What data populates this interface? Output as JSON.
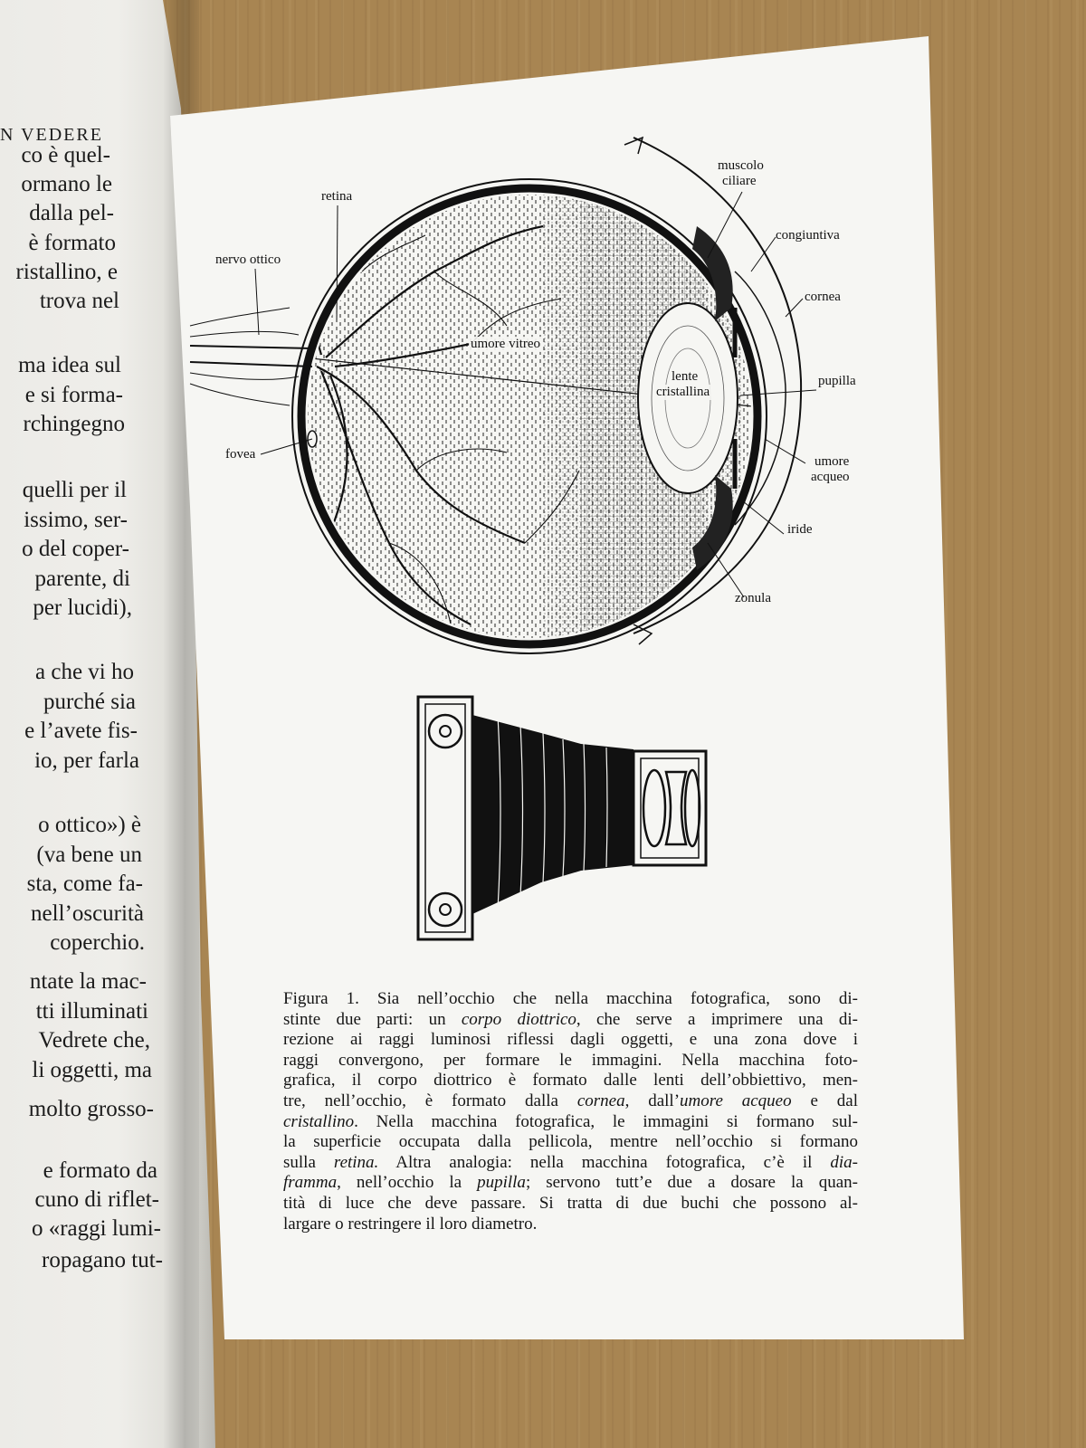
{
  "left_page": {
    "running_head": "N VEDERE",
    "lines": [
      "co è quel-",
      "ormano le",
      "dalla pel-",
      "è formato",
      "ristallino, e",
      "trova nel",
      "ma idea sul",
      "e si forma-",
      "rchingegno",
      "quelli per il",
      "issimo, ser-",
      "o del coper-",
      "parente, di",
      "per lucidi),",
      "a che vi ho",
      "purché sia",
      "e l’avete fis-",
      "io, per farla",
      "o  ottico») è",
      "(va bene un",
      "sta, come fa-",
      "nell’oscurità",
      "coperchio.",
      "ntate la mac-",
      "tti illuminati",
      "Vedrete che,",
      "li oggetti, ma",
      "molto grosso-",
      "e formato da",
      "cuno di riflet-",
      "o «raggi lumi-",
      "ropagano tut-"
    ]
  },
  "figure": {
    "labels": {
      "retina": "retina",
      "nervo_ottico": "nervo ottico",
      "fovea": "fovea",
      "muscolo_ciliare_1": "muscolo",
      "muscolo_ciliare_2": "ciliare",
      "congiuntiva": "congiuntiva",
      "cornea": "cornea",
      "pupilla": "pupilla",
      "umore_acqueo_1": "umore",
      "umore_acqueo_2": "acqueo",
      "iride": "iride",
      "zonula": "zonula",
      "umore_vitreo": "umore vitreo",
      "lente_1": "lente",
      "lente_2": "cristallina"
    }
  },
  "caption": {
    "lines": [
      [
        {
          "t": "Figura 1.  Sia nell’occhio che nella macchina fotografica, sono di-"
        }
      ],
      [
        {
          "t": "stinte due parti: un "
        },
        {
          "t": "corpo diottrico",
          "i": true
        },
        {
          "t": ", che serve a imprimere una di-"
        }
      ],
      [
        {
          "t": "rezione ai raggi luminosi riflessi dagli oggetti, e una zona dove i"
        }
      ],
      [
        {
          "t": "raggi convergono, per formare le immagini. Nella macchina foto-"
        }
      ],
      [
        {
          "t": "grafica, il corpo diottrico è formato dalle lenti dell’obbiettivo, men-"
        }
      ],
      [
        {
          "t": "tre, nell’occhio, è formato dalla "
        },
        {
          "t": "cornea",
          "i": true
        },
        {
          "t": ", dall’"
        },
        {
          "t": "umore acqueo",
          "i": true
        },
        {
          "t": " e dal"
        }
      ],
      [
        {
          "t": "cristallino",
          "i": true
        },
        {
          "t": ". Nella macchina fotografica, le immagini si formano sul-"
        }
      ],
      [
        {
          "t": "la superficie occupata dalla pellicola, mentre nell’occhio si formano"
        }
      ],
      [
        {
          "t": "sulla "
        },
        {
          "t": "retina.",
          "i": true
        },
        {
          "t": " Altra analogia: nella macchina fotografica, c’è il "
        },
        {
          "t": "dia-",
          "i": true
        }
      ],
      [
        {
          "t": "framma",
          "i": true
        },
        {
          "t": ", nell’occhio la "
        },
        {
          "t": "pupilla",
          "i": true
        },
        {
          "t": "; servono tutt’e due a dosare la quan-"
        }
      ],
      [
        {
          "t": "tità di luce che deve passare. Si tratta di due buchi che possono al-"
        }
      ],
      [
        {
          "t": "largare o restringere il loro diametro."
        }
      ]
    ]
  }
}
